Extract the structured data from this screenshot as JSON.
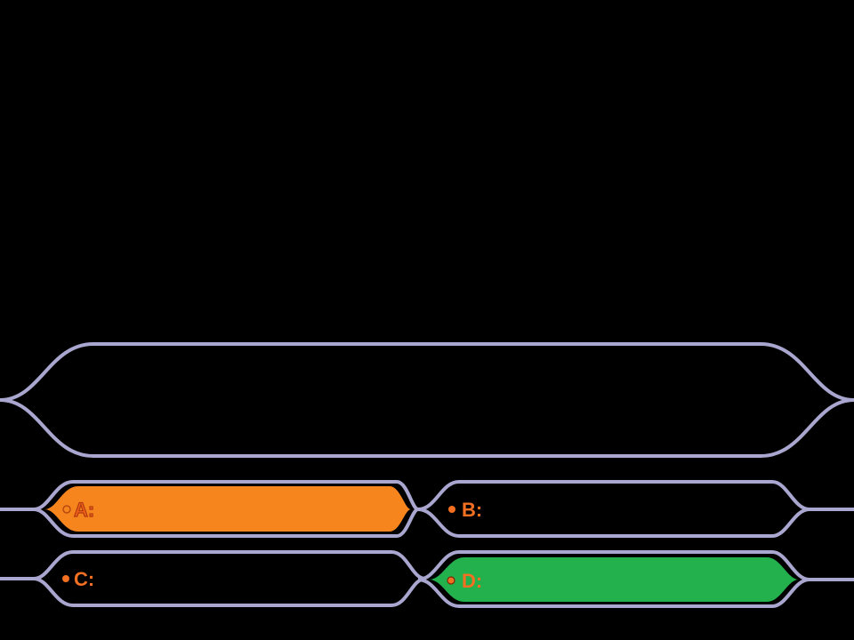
{
  "question": {
    "text": ""
  },
  "answers": [
    {
      "id": "A",
      "label": "A:",
      "text": "",
      "state": "selected"
    },
    {
      "id": "B",
      "label": "B:",
      "text": "",
      "state": "default"
    },
    {
      "id": "C",
      "label": "C:",
      "text": "",
      "state": "default"
    },
    {
      "id": "D",
      "label": "D:",
      "text": "",
      "state": "correct"
    }
  ],
  "colors": {
    "background": "#000000",
    "frame_stroke": "#a9a6cf",
    "selected_fill": "#f7851e",
    "correct_fill": "#22b14c",
    "label_color": "#f36f21",
    "label_on_selected": "#f2621a"
  }
}
